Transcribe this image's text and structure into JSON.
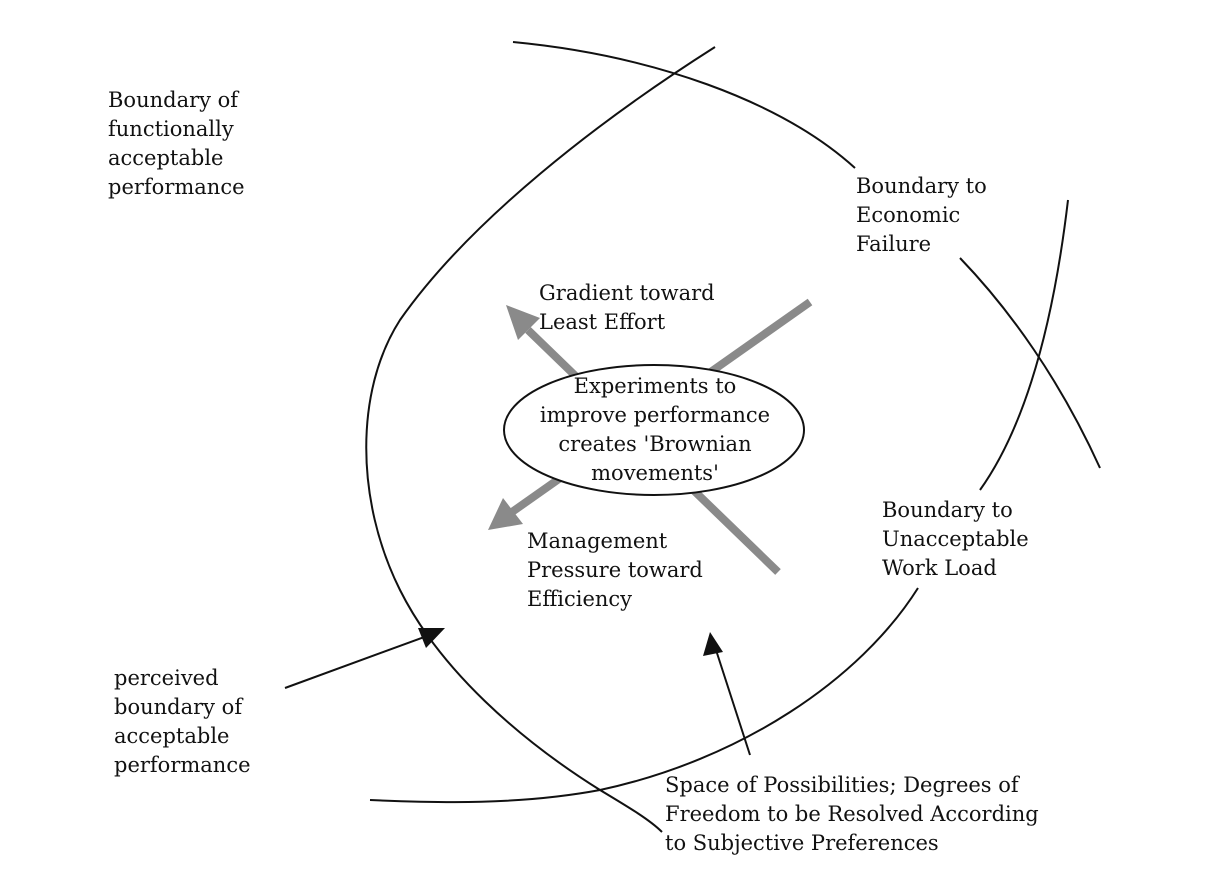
{
  "labels": {
    "functional_boundary": "Boundary of\nfunctionally\nacceptable\nperformance",
    "economic_boundary": "Boundary to\nEconomic\nFailure",
    "least_effort": "Gradient toward\nLeast Effort",
    "experiments": "Experiments to\nimprove performance\ncreates 'Brownian\nmovements'",
    "workload_boundary": "Boundary to\nUnacceptable\nWork Load",
    "management_pressure": "Management\nPressure toward\nEfficiency",
    "perceived_boundary": "perceived\nboundary of\nacceptable\nperformance",
    "space_of_possibilities": "Space of Possibilities; Degrees of\nFreedom to be Resolved According\nto Subjective Preferences"
  },
  "colors": {
    "line": "#111111",
    "gradient_arrow": "#8a8a8a"
  }
}
